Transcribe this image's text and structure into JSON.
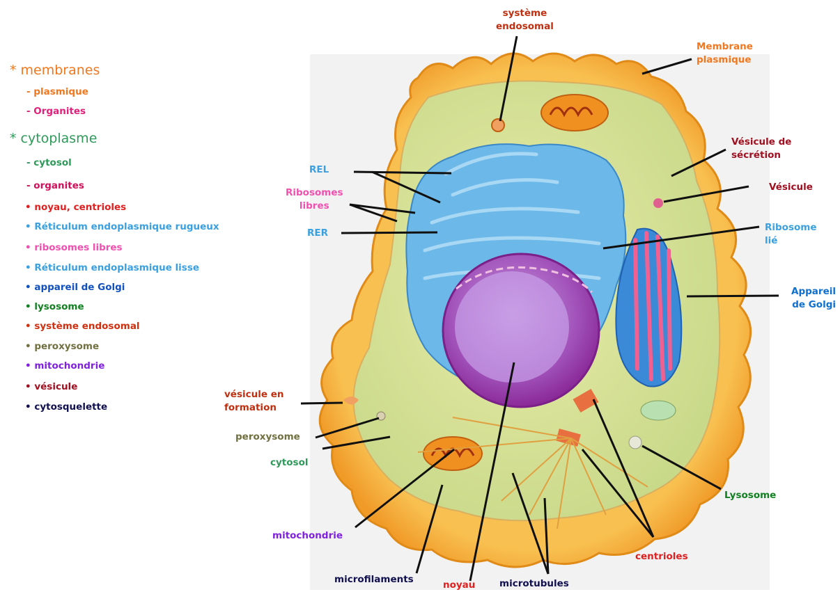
{
  "legend": {
    "items": [
      {
        "text": "* membranes",
        "color": "#f07820"
      },
      {
        "text": "- plasmique",
        "color": "#f07820"
      },
      {
        "text": "- Organites",
        "color": "#e0207a"
      },
      {
        "text": "* cytoplasme",
        "color": "#2e9a5a"
      },
      {
        "text": "- cytosol",
        "color": "#2e9a5a"
      },
      {
        "text": "- organites",
        "color": "#d0105a"
      },
      {
        "text": "• noyau, centrioles",
        "color": "#e02020"
      },
      {
        "text": "• Réticulum endoplasmique rugueux",
        "color": "#3aa0e0"
      },
      {
        "text": "• ribosomes libres",
        "color": "#f050b0"
      },
      {
        "text": "• Réticulum endoplasmique lisse",
        "color": "#3aa0e0"
      },
      {
        "text": "• appareil de Golgi",
        "color": "#1050c0"
      },
      {
        "text": "• lysosome",
        "color": "#108020"
      },
      {
        "text": "• système endosomal",
        "color": "#d03010"
      },
      {
        "text": "• peroxysome",
        "color": "#707040"
      },
      {
        "text": "• mitochondrie",
        "color": "#8020e0"
      },
      {
        "text": "• vésicule",
        "color": "#a01020"
      },
      {
        "text": "• cytosquelette",
        "color": "#101050"
      }
    ]
  },
  "labels": {
    "systeme_endosomal": "système\nendosomal",
    "membrane_plasmique": "Membrane\nplasmique",
    "vesicule_secretion": "Vésicule de\nsécrétion",
    "vesicule": "Vésicule",
    "ribosome_lie": "Ribosome\nlié",
    "appareil_golgi": "Appareil\nde Golgi",
    "rel": "REL",
    "ribosomes_libres": "Ribosomes\nlibres",
    "rer": "RER",
    "vesicule_formation": "vésicule en\nformation",
    "peroxysome": "peroxysome",
    "cytosol": "cytosol",
    "mitochondrie": "mitochondrie",
    "microfilaments": "microfilaments",
    "noyau": "noyau",
    "microtubules": "microtubules",
    "centrioles": "centrioles",
    "lysosome": "Lysosome"
  },
  "colors": {
    "orange": "#f07820",
    "darkred": "#a01020",
    "blue": "#3aa0e0",
    "golgi_blue": "#1070d0",
    "pink": "#f050b0",
    "brown": "#c03010",
    "olive": "#707040",
    "green": "#2e9a5a",
    "lysosome_green": "#108020",
    "purple": "#8020e0",
    "navy": "#101050",
    "red": "#e02020"
  }
}
